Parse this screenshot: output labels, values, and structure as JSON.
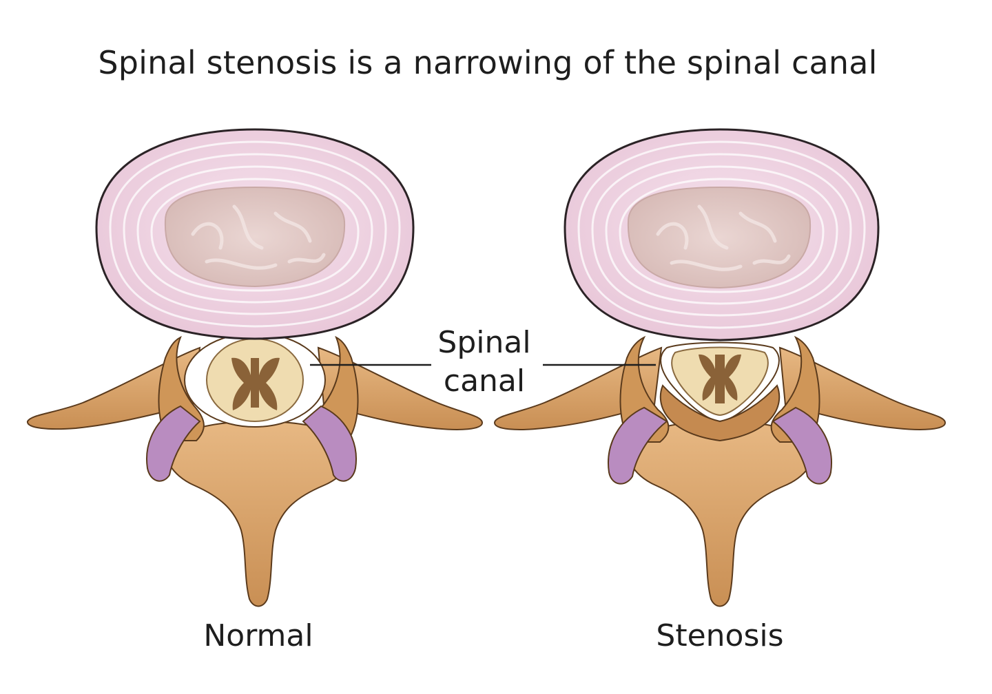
{
  "title": "Spinal stenosis is a narrowing of the spinal canal",
  "callout": {
    "line1": "Spinal",
    "line2": "canal"
  },
  "captions": {
    "normal": "Normal",
    "stenosis": "Stenosis"
  },
  "colors": {
    "disc_fill": "#efd3e2",
    "disc_ring": "#ffffff",
    "disc_outline": "#2b2326",
    "nucleus_fill": "#e2c7c4",
    "bone_fill": "#d9a56a",
    "bone_shadow": "#b07a42",
    "bone_outline": "#5a3a1c",
    "facet_fill": "#b98cc0",
    "cord_fill": "#efdcb0",
    "cord_gray_matter": "#8a6238",
    "canal_fill": "#ffffff",
    "line_color": "#1e1e1e"
  }
}
